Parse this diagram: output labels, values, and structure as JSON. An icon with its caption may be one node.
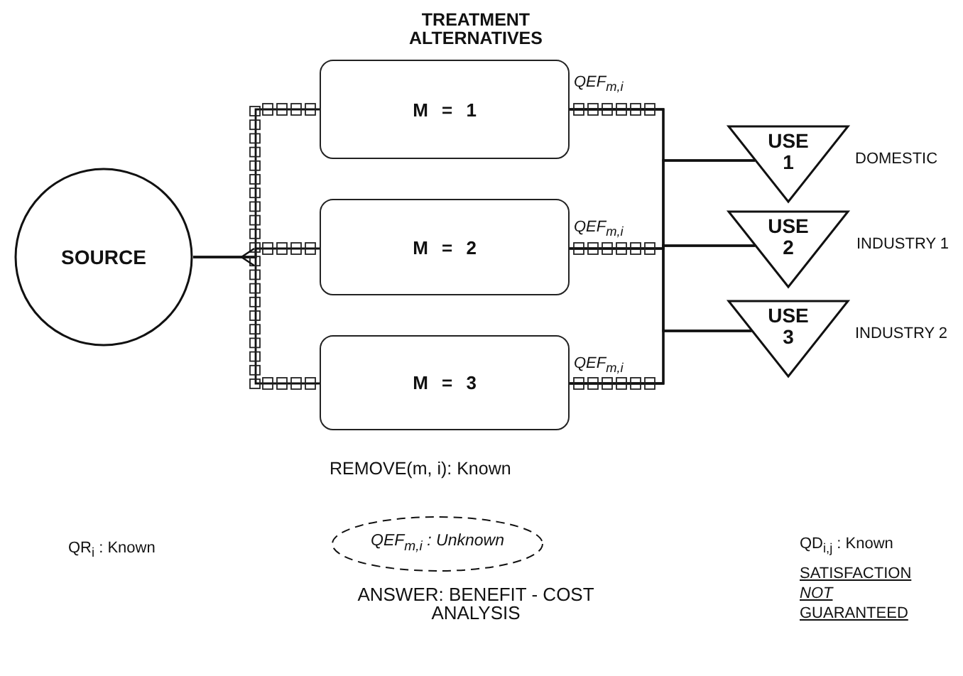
{
  "diagram": {
    "nodes": [
      {
        "text": [
          "SOURCE"
        ]
      },
      {
        "text": [
          "M = 1"
        ]
      },
      {
        "text": [
          "M = 2"
        ]
      },
      {
        "text": [
          "M = 3"
        ]
      },
      {
        "text": [
          "USE 1"
        ],
        "beside": [
          "DOMESTIC"
        ]
      },
      {
        "text": [
          "USE 2"
        ],
        "beside": [
          "INDUSTRY 1"
        ]
      },
      {
        "text": [
          "USE 3"
        ],
        "beside": [
          "INDUSTRY 2"
        ]
      },
      {
        "text": [
          "QEF$_{m,i}$ : Unknown"
        ]
      }
    ],
    "edges": [
      {
        "from": 0,
        "to": 1,
        "arrow": "none"
      },
      {
        "from": 0,
        "to": 2,
        "arrow": "none"
      },
      {
        "from": 0,
        "to": 3,
        "arrow": "none"
      },
      {
        "from": 1,
        "to": 4,
        "arrow": "none"
      },
      {
        "from": 1,
        "to": 5,
        "arrow": "none"
      },
      {
        "from": 1,
        "to": 6,
        "arrow": "none"
      },
      {
        "from": 2,
        "to": 4,
        "arrow": "none"
      },
      {
        "from": 2,
        "to": 5,
        "arrow": "none"
      },
      {
        "from": 2,
        "to": 6,
        "arrow": "none"
      },
      {
        "from": 3,
        "to": 4,
        "arrow": "none"
      },
      {
        "from": 3,
        "to": 5,
        "arrow": "none"
      },
      {
        "from": 3,
        "to": 6,
        "arrow": "none"
      }
    ],
    "labels": [
      "TREATMENT ALTERNATIVES",
      "QEF$_{m,i}$",
      "QEF$_{m,i}$",
      "QEF$_{m,i}$",
      "REMOVE(m, i): Known",
      "QR$_{i}$ : Known",
      "QD$_{i,j}$ : Known",
      "SATISFACTION *NOT* GUARANTEED",
      "ANSWER: BENEFIT - COST ANALYSIS"
    ]
  }
}
